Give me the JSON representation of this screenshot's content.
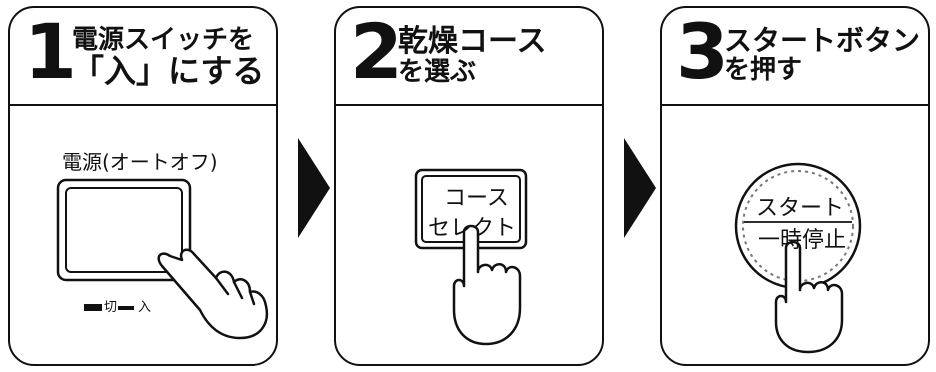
{
  "steps": [
    {
      "number": "1",
      "title_line1": "電源スイッチを",
      "title_line2": "「入」にする",
      "panel_label": "電源(オートオフ)",
      "switch_off_label": "切",
      "switch_on_label": "入"
    },
    {
      "number": "2",
      "title_line1": "乾燥コース",
      "title_line2": "を選ぶ",
      "button_line1": "コース",
      "button_line2": "セレクト"
    },
    {
      "number": "3",
      "title_line1": "スタートボタン",
      "title_line2": "を押す",
      "button_line1": "スタート",
      "button_line2": "一時停止"
    }
  ],
  "icons": [
    "hand-pointer-icon",
    "arrow-right-icon"
  ]
}
